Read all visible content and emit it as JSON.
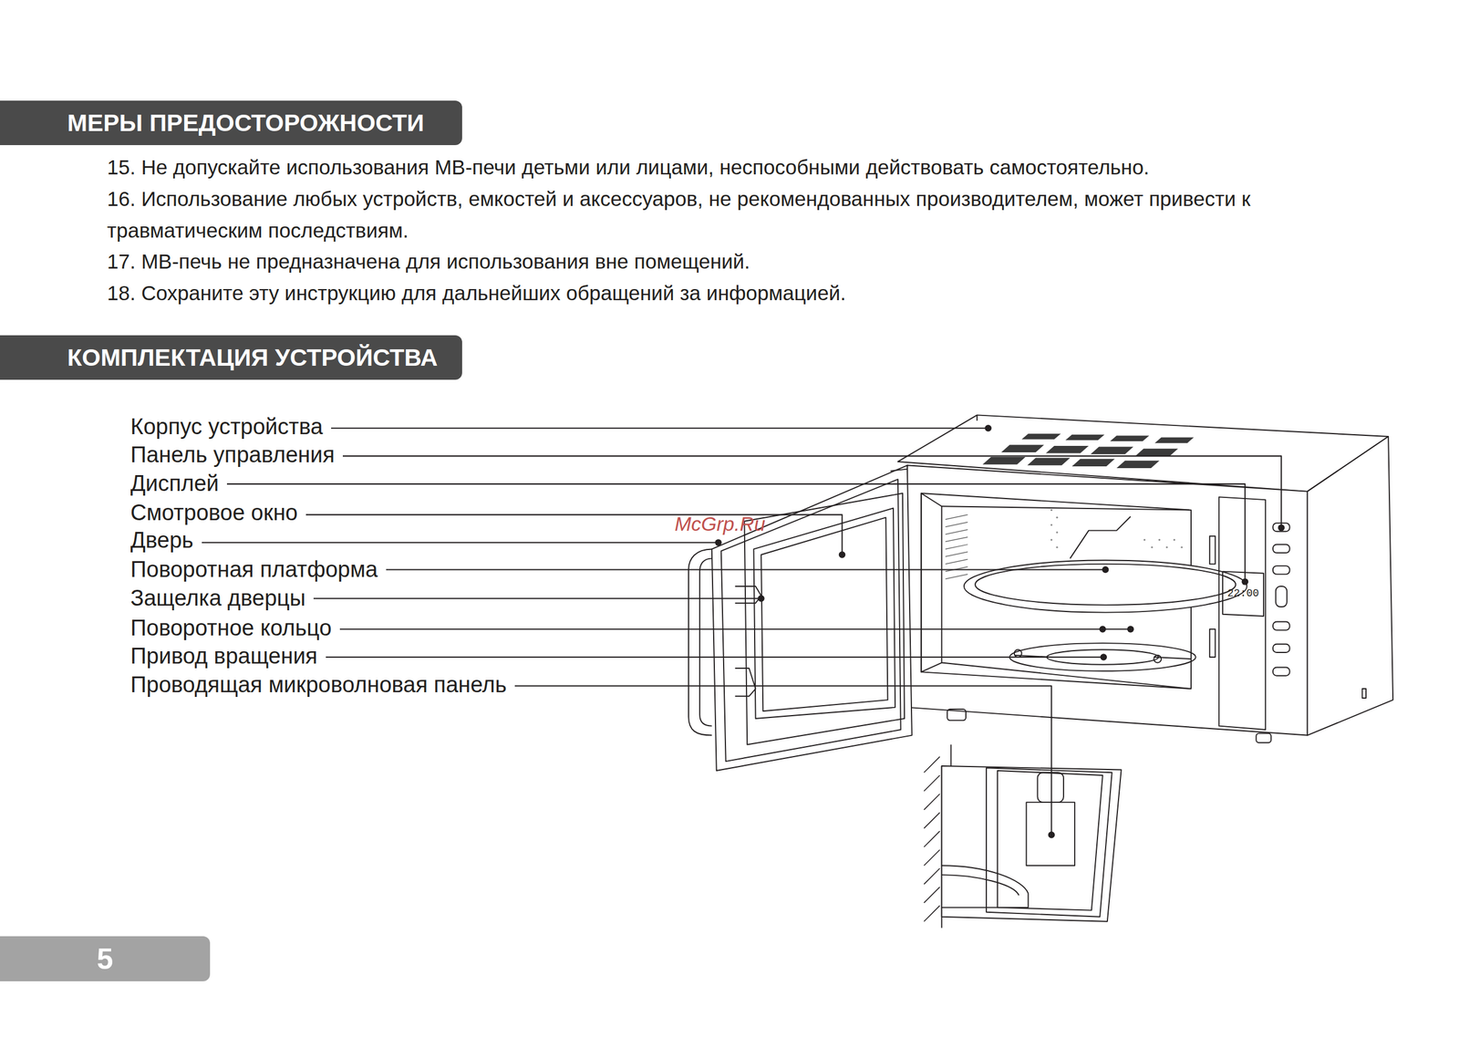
{
  "diagram": {
    "nodes": [
      {
        "text": [
          "МЕРЫ ПРЕДОСТОРОЖНОСТИ"
        ]
      },
      {
        "text": [
          "КОМПЛЕКТАЦИЯ УСТРОЙСТВА"
        ]
      },
      {
        "text": [
          "5"
        ]
      }
    ],
    "labels": [
      "15. Не допускайте использования МВ-печи детьми или лицами, неспособными действовать самостоятельно.",
      "16. Использование любых устройств, емкостей и аксессуаров, не рекомендованных производителем, может привести к травматическим последствиям.",
      "17. МВ-печь не предназначена для использования вне помещений.",
      "18. Сохраните эту инструкцию для дальнейших обращений за информацией.",
      "Корпус устройства",
      "Панель управления",
      "Дисплей",
      "Смотровое окно",
      "Дверь",
      "Поворотная платформа",
      "Защелка дверцы",
      "Поворотное кольцо",
      "Привод вращения",
      "Проводящая микроволновая панель",
      "McGrp.Ru",
      "22:00"
    ]
  }
}
